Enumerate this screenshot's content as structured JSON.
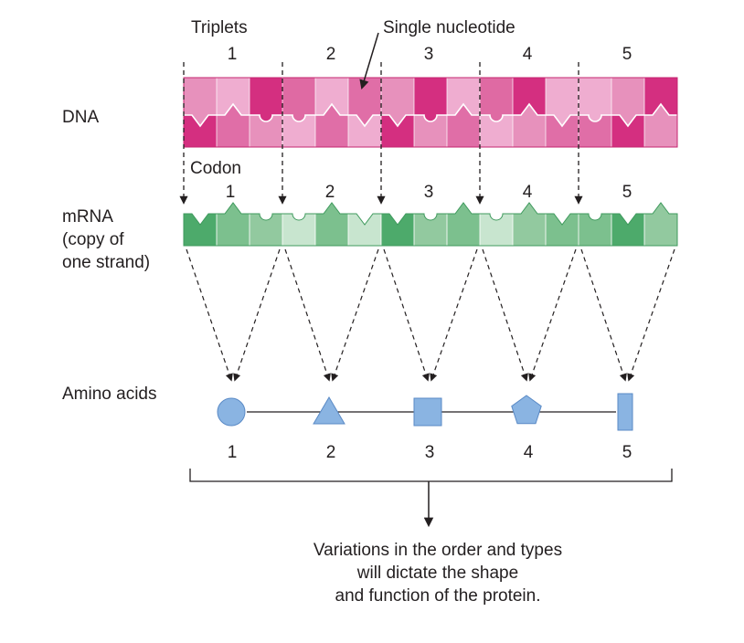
{
  "labels": {
    "triplets": "Triplets",
    "single_nucleotide": "Single nucleotide",
    "dna": "DNA",
    "codon": "Codon",
    "mrna_lines": [
      "mRNA",
      "(copy of",
      "one strand)"
    ],
    "amino_acids": "Amino acids"
  },
  "triplet_numbers": [
    "1",
    "2",
    "3",
    "4",
    "5"
  ],
  "codon_numbers": [
    "1",
    "2",
    "3",
    "4",
    "5"
  ],
  "amino_numbers": [
    "1",
    "2",
    "3",
    "4",
    "5"
  ],
  "amino_shapes": [
    "circle",
    "triangle",
    "square",
    "pentagon",
    "rectangle"
  ],
  "dna": {
    "top_strand_colors": [
      "#e791bc",
      "#efadd0",
      "#d42f80",
      "#df6aa3",
      "#efadd0",
      "#e06ea7",
      "#e791bc",
      "#d42f80",
      "#efadd0",
      "#df6aa3",
      "#d42f80",
      "#efadd0",
      "#efadd0",
      "#e791bc",
      "#d42f80"
    ],
    "bottom_strand_colors": [
      "#d42f80",
      "#e06ea7",
      "#e791bc",
      "#efadd0",
      "#e06ea7",
      "#efadd0",
      "#d42f80",
      "#e791bc",
      "#e06ea7",
      "#efadd0",
      "#e791bc",
      "#e06ea7",
      "#e06ea7",
      "#d42f80",
      "#e791bc"
    ]
  },
  "mrna": {
    "colors": [
      "#4daa6b",
      "#7cc08e",
      "#92c99f",
      "#c8e5cf",
      "#7cc08e",
      "#c8e5cf",
      "#4daa6b",
      "#92c99f",
      "#7cc08e",
      "#c8e5cf",
      "#92c99f",
      "#7cc08e",
      "#7cc08e",
      "#4daa6b",
      "#92c99f"
    ]
  },
  "colors": {
    "amino_fill": "#8ab4e2",
    "amino_stroke": "#5a8ac6",
    "line": "#231f20"
  },
  "caption_lines": [
    "Variations in the order and types",
    "will dictate the shape",
    "and function of the protein."
  ]
}
